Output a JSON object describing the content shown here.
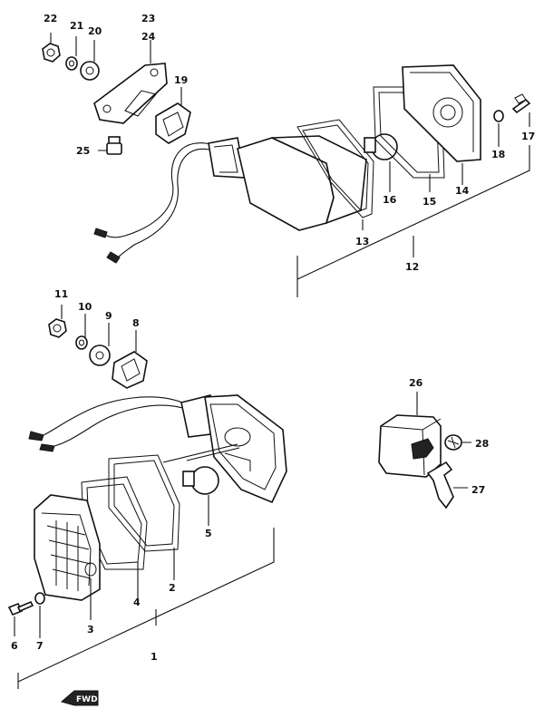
{
  "diagram": {
    "callouts": {
      "p1": "1",
      "p2": "2",
      "p3": "3",
      "p4": "4",
      "p5": "5",
      "p6": "6",
      "p7": "7",
      "p8": "8",
      "p9": "9",
      "p10": "10",
      "p11": "11",
      "p12": "12",
      "p13": "13",
      "p14": "14",
      "p15": "15",
      "p16": "16",
      "p17": "17",
      "p18": "18",
      "p19": "19",
      "p20": "20",
      "p21": "21",
      "p22": "22",
      "p23": "23",
      "p24": "24",
      "p25": "25",
      "p26": "26",
      "p27": "27",
      "p28": "28"
    },
    "direction_marker": "FWD"
  }
}
